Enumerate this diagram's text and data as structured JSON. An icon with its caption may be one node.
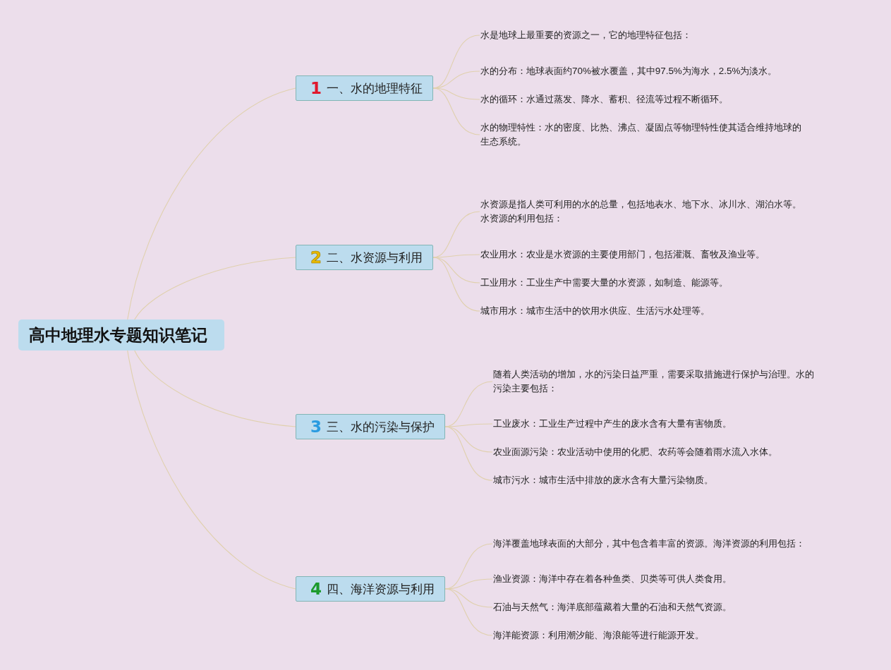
{
  "diagram": {
    "nodes": [
      {
        "text": [
          "高中地理水专题知识笔记"
        ]
      },
      {
        "text": [
          "1",
          "一、水的地理特征"
        ]
      },
      {
        "text": [
          "水是地球上最重要的资源之一，它的地理特征包括："
        ]
      },
      {
        "text": [
          "水的分布：地球表面约70%被水覆盖，其中97.5%为海水，2.5%为淡水。"
        ]
      },
      {
        "text": [
          "水的循环：水通过蒸发、降水、蓄积、径流等过程不断循环。"
        ]
      },
      {
        "text": [
          "水的物理特性：水的密度、比热、沸点、凝固点等物理特性使其适合维持地球的生态系统。"
        ]
      },
      {
        "text": [
          "2",
          "二、水资源与利用"
        ]
      },
      {
        "text": [
          "水资源是指人类可利用的水的总量，包括地表水、地下水、冰川水、湖泊水等。水资源的利用包括："
        ]
      },
      {
        "text": [
          "农业用水：农业是水资源的主要使用部门，包括灌溉、畜牧及渔业等。"
        ]
      },
      {
        "text": [
          "工业用水：工业生产中需要大量的水资源，如制造、能源等。"
        ]
      },
      {
        "text": [
          "城市用水：城市生活中的饮用水供应、生活污水处理等。"
        ]
      },
      {
        "text": [
          "3",
          "三、水的污染与保护"
        ]
      },
      {
        "text": [
          "随着人类活动的增加，水的污染日益严重，需要采取措施进行保护与治理。水的污染主要包括："
        ]
      },
      {
        "text": [
          "工业废水：工业生产过程中产生的废水含有大量有害物质。"
        ]
      },
      {
        "text": [
          "农业面源污染：农业活动中使用的化肥、农药等会随着雨水流入水体。"
        ]
      },
      {
        "text": [
          "城市污水：城市生活中排放的废水含有大量污染物质。"
        ]
      },
      {
        "text": [
          "4",
          "四、海洋资源与利用"
        ]
      },
      {
        "text": [
          "海洋覆盖地球表面的大部分，其中包含着丰富的资源。海洋资源的利用包括："
        ]
      },
      {
        "text": [
          "渔业资源：海洋中存在着各种鱼类、贝类等可供人类食用。"
        ]
      },
      {
        "text": [
          "石油与天然气：海洋底部蕴藏着大量的石油和天然气资源。"
        ]
      },
      {
        "text": [
          "海洋能资源：利用潮汐能、海浪能等进行能源开发。"
        ]
      }
    ],
    "edges": [
      {
        "from": 0,
        "to": 1,
        "arrow": "none"
      },
      {
        "from": 0,
        "to": 6,
        "arrow": "none"
      },
      {
        "from": 0,
        "to": 11,
        "arrow": "none"
      },
      {
        "from": 0,
        "to": 16,
        "arrow": "none"
      },
      {
        "from": 1,
        "to": 2,
        "arrow": "none"
      },
      {
        "from": 1,
        "to": 3,
        "arrow": "none"
      },
      {
        "from": 1,
        "to": 4,
        "arrow": "none"
      },
      {
        "from": 1,
        "to": 5,
        "arrow": "none"
      },
      {
        "from": 6,
        "to": 7,
        "arrow": "none"
      },
      {
        "from": 6,
        "to": 8,
        "arrow": "none"
      },
      {
        "from": 6,
        "to": 9,
        "arrow": "none"
      },
      {
        "from": 6,
        "to": 10,
        "arrow": "none"
      },
      {
        "from": 11,
        "to": 12,
        "arrow": "none"
      },
      {
        "from": 11,
        "to": 13,
        "arrow": "none"
      },
      {
        "from": 11,
        "to": 14,
        "arrow": "none"
      },
      {
        "from": 11,
        "to": 15,
        "arrow": "none"
      },
      {
        "from": 16,
        "to": 17,
        "arrow": "none"
      },
      {
        "from": 16,
        "to": 18,
        "arrow": "none"
      },
      {
        "from": 16,
        "to": 19,
        "arrow": "none"
      },
      {
        "from": 16,
        "to": 20,
        "arrow": "none"
      }
    ]
  }
}
